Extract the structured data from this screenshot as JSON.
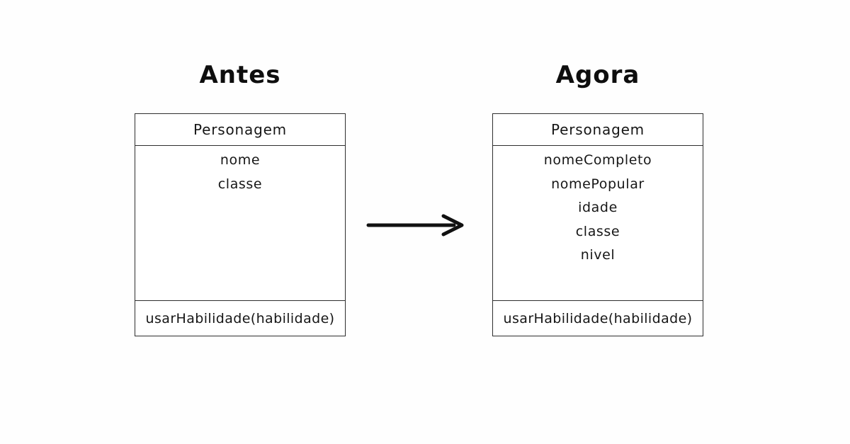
{
  "colors": {
    "background": "#fefefe",
    "ink": "#161616",
    "border": "#2e2e2e",
    "arrow": "#111111"
  },
  "before": {
    "title": "Antes",
    "class_name": "Personagem",
    "attributes": [
      "nome",
      "classe"
    ],
    "method": "usarHabilidade(habilidade)"
  },
  "after": {
    "title": "Agora",
    "class_name": "Personagem",
    "attributes": [
      "nomeCompleto",
      "nomePopular",
      "idade",
      "classe",
      "nivel"
    ],
    "method": "usarHabilidade(habilidade)"
  },
  "arrow": {
    "icon": "right-arrow-icon"
  }
}
